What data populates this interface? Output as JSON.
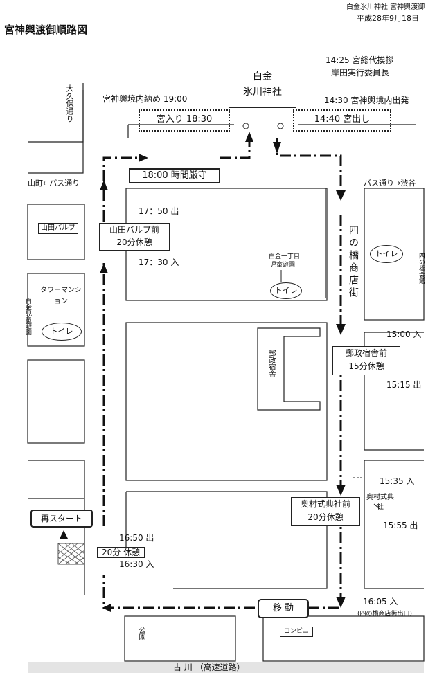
{
  "header": {
    "title": "宮神輿渡御順路図",
    "org": "白金氷川神社 宮神輿渡御",
    "date": "平成28年9月18日"
  },
  "shrine": {
    "line1": "白金",
    "line2": "氷川神社"
  },
  "events": {
    "e1425_line1": "14:25 宮総代挨拶",
    "e1425_line2": "岸田実行委員長",
    "e1430": "14:30 宮神輿境内出発",
    "e1900": "宮神輿境内納め 19:00",
    "miyairi": "宮入り 18:30",
    "miyadashi": "14:40 宮出し",
    "jikan": "18:00 時間厳守"
  },
  "roads": {
    "upper_left": "山町←バス通り",
    "upper_right": "バス通り→渋谷",
    "daikubo": "大久保通り",
    "shikoku": "四の橋商店街",
    "furukawa": "古 川 （高速道路）"
  },
  "buildings": {
    "yamada_valve_sign": "山田バルブ",
    "tower": "タワーマンション",
    "yusei": "郵政宿舎",
    "okumura": "奥村式典社",
    "konbini": "コンビニ",
    "park": "公園",
    "hashi_kaikan": "四の橋会館",
    "shirokane_label": "白金児童遊園",
    "toilet": "トイレ",
    "sub_park_line1": "白金一丁目",
    "sub_park_line2": "児童遊園"
  },
  "stops": {
    "yamada_line1": "山田バルブ前",
    "yamada_line2": "20分休憩",
    "t1750": "17：50 出",
    "t1730": "17：30 入",
    "yusei_line1": "郵政宿舎前",
    "yusei_line2": "15分休憩",
    "t1500": "15:00 入",
    "t1515": "15:15 出",
    "okumura_line1": "奥村式典社前",
    "okumura_line2": "20分休憩",
    "t1535": "15:35 入",
    "t1555": "15:55 出",
    "t1650": "16:50 出",
    "kyukei20": "20分 休憩",
    "t1630": "16:30 入",
    "t1605": "16:05 入",
    "t1605_note": "(四の橋商店街出口)",
    "restart": "再スタート",
    "idou": "移 動"
  }
}
